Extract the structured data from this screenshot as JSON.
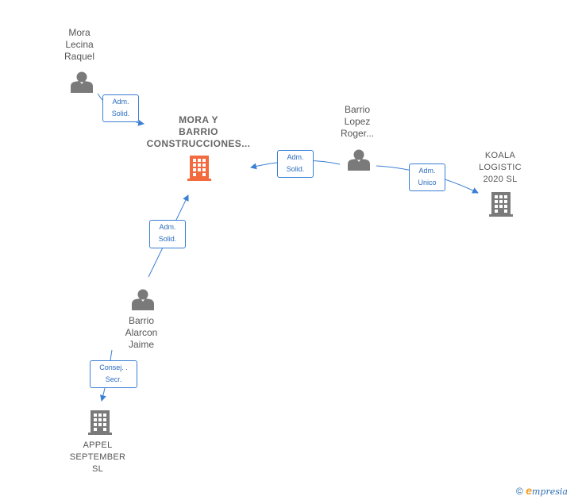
{
  "nodes": {
    "mora_lecina": "Mora\nLecina\nRaquel",
    "mora_barrio": "MORA Y\nBARRIO\nCONSTRUCCIONES...",
    "barrio_lopez": "Barrio\nLopez\nRoger...",
    "koala": "KOALA\nLOGISTIC\n2020  SL",
    "barrio_alarcon": "Barrio\nAlarcon\nJaime",
    "appel": "APPEL\nSEPTEMBER\nSL"
  },
  "edges": {
    "e1": "Adm.\nSolid.",
    "e2": "Adm.\nSolid.",
    "e3": "Adm.\nUnico",
    "e4": "Adm.\nSolid.",
    "e5": "Consej. .\nSecr."
  },
  "footer": {
    "copyright": "©",
    "brand_initial": "e",
    "brand_rest": "mpresia"
  },
  "colors": {
    "edge": "#3b7fd4",
    "person": "#7a7a7a",
    "company": "#7a7a7a",
    "main_company": "#f26a3e"
  }
}
